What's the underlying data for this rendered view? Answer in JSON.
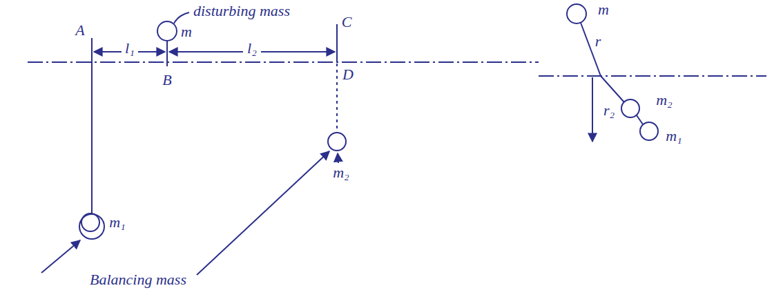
{
  "diagram": {
    "labels": [
      "disturbing mass",
      "m",
      "A",
      "l₁",
      "l₂",
      "B",
      "C",
      "D",
      "m₁",
      "m₂",
      "Balancing mass",
      "m",
      "r",
      "r₂",
      "m₂",
      "m₁"
    ]
  }
}
